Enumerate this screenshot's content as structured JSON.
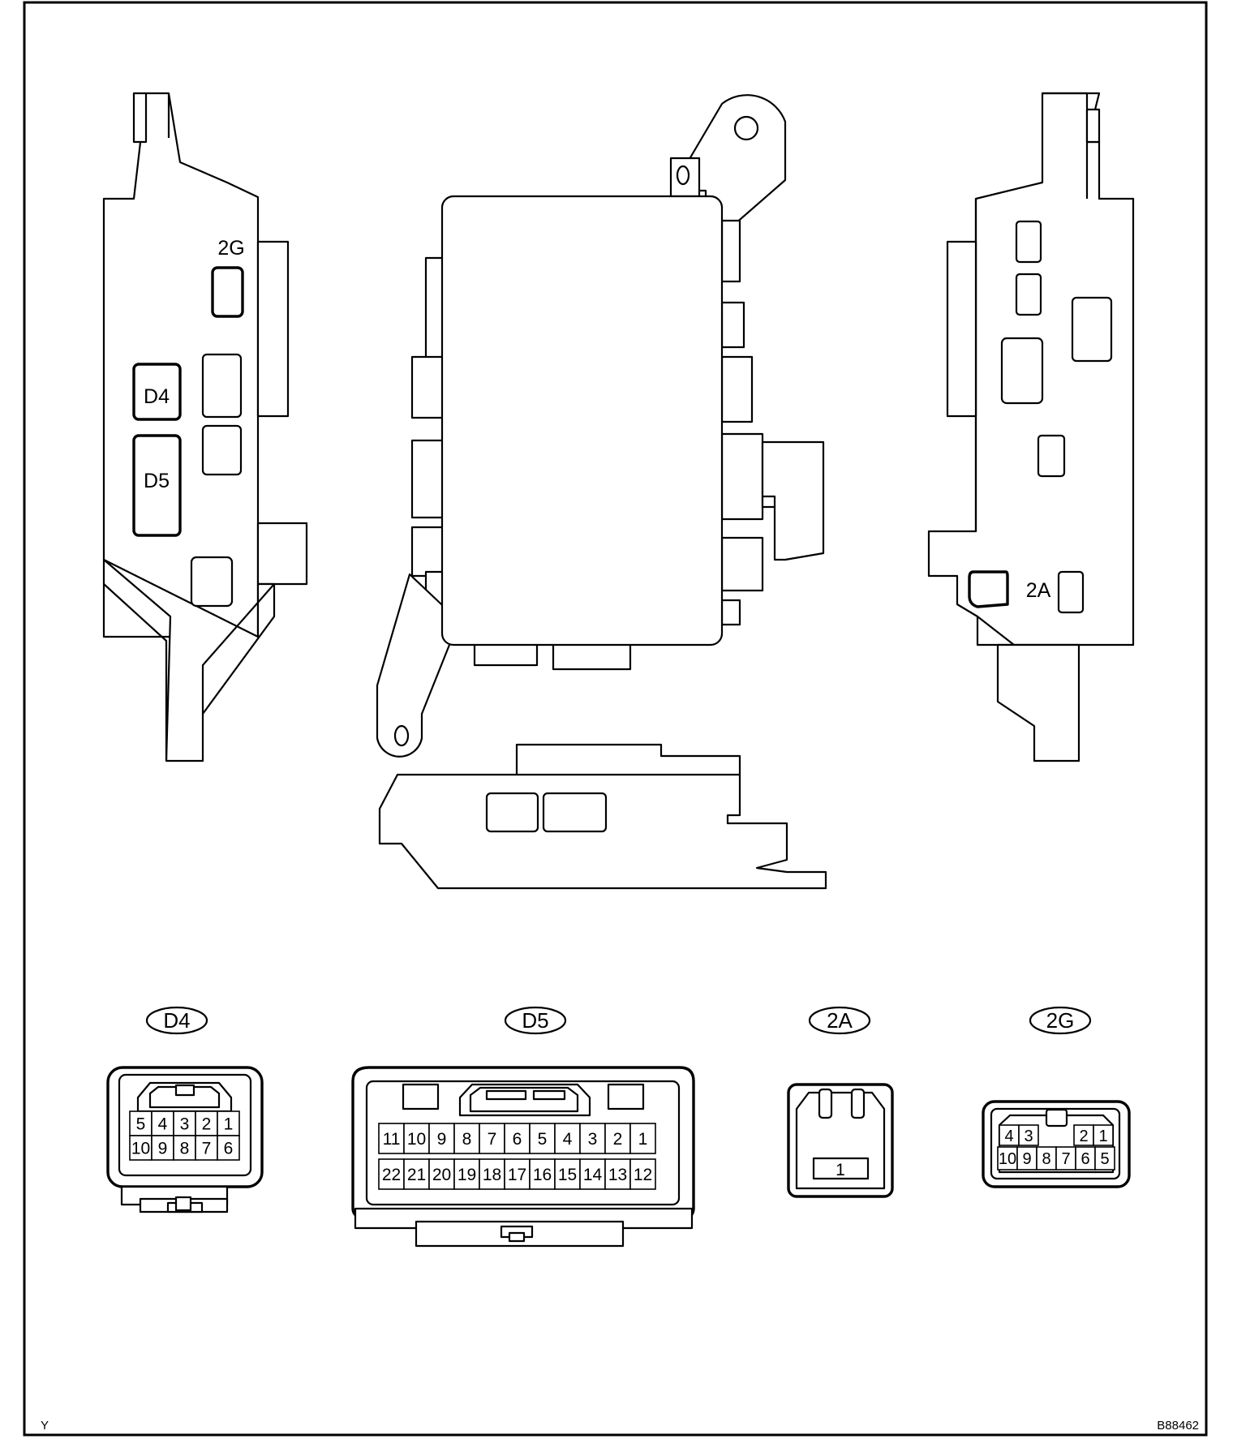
{
  "view_labels": {
    "left_2g": "2G",
    "left_d4": "D4",
    "left_d5": "D5",
    "right_2a": "2A"
  },
  "connectors": {
    "d4": {
      "name": "D4",
      "top_row": [
        "5",
        "4",
        "3",
        "2",
        "1"
      ],
      "bottom_row": [
        "10",
        "9",
        "8",
        "7",
        "6"
      ]
    },
    "d5": {
      "name": "D5",
      "top_row": [
        "11",
        "10",
        "9",
        "8",
        "7",
        "6",
        "5",
        "4",
        "3",
        "2",
        "1"
      ],
      "bottom_row": [
        "22",
        "21",
        "20",
        "19",
        "18",
        "17",
        "16",
        "15",
        "14",
        "13",
        "12"
      ]
    },
    "a2": {
      "name": "2A",
      "pin": "1"
    },
    "g2": {
      "name": "2G",
      "top_row": [
        "4",
        "3",
        "2",
        "1"
      ],
      "bottom_row": [
        "10",
        "9",
        "8",
        "7",
        "6",
        "5"
      ]
    }
  },
  "corner_left": "Y",
  "figure_id": "B88462"
}
